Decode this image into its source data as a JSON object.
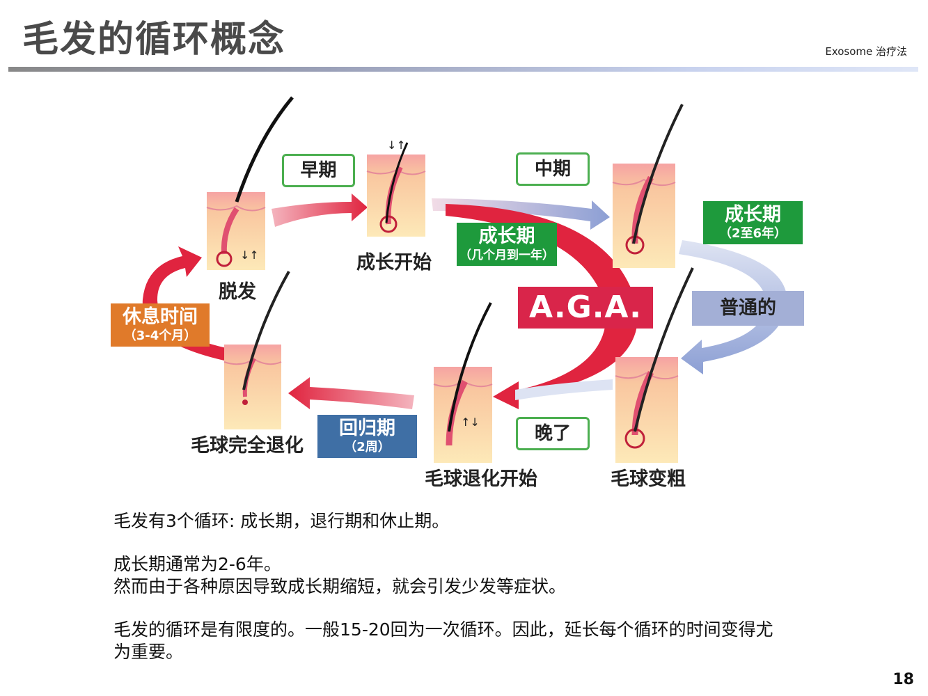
{
  "header": {
    "title": "毛发的循环概念",
    "brand": "Exosome 治疗法"
  },
  "diagram": {
    "stages": {
      "hair_loss": "脱发",
      "growth_start": "成长开始",
      "bulb_regression_complete": "毛球完全退化",
      "bulb_regression_start": "毛球退化开始",
      "bulb_thicken": "毛球变粗"
    },
    "phase_tags": {
      "early": "早期",
      "middle": "中期",
      "late": "晚了"
    },
    "growth_aga": {
      "title": "成长期",
      "sub": "（几个月到一年）"
    },
    "growth_normal": {
      "title": "成长期",
      "sub": "（2至6年）"
    },
    "rest": {
      "title": "休息时间",
      "sub": "（3-4个月）"
    },
    "regression": {
      "title": "回归期",
      "sub": "（2周）"
    },
    "aga_label": "A.G.A.",
    "normal_label": "普通的",
    "colors": {
      "green": "#1e9a3c",
      "orange": "#e07a2a",
      "blue": "#3f6fa5",
      "aga_red": "#d9254a",
      "normal_blue": "#a3afd6"
    }
  },
  "body": {
    "p1": "毛发有3个循环: 成长期，退行期和休止期。",
    "p2a": "成长期通常为2-6年。",
    "p2b": "然而由于各种原因导致成长期缩短，就会引发少发等症状。",
    "p3a": "毛发的循环是有限度的。一般15-20回为一次循环。因此，延长每个循环的时间变得尤",
    "p3b": "为重要。"
  },
  "footer": {
    "page_number": "18"
  }
}
